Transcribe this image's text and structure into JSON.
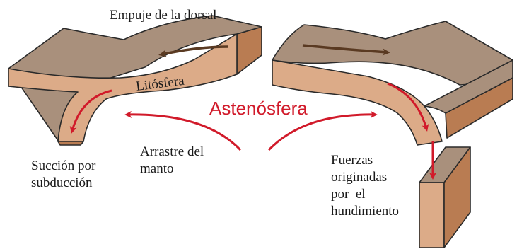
{
  "labels": {
    "ridge_push": "Empuje de la dorsal",
    "lithosphere": "Litósfera",
    "asthenosphere": "Astenósfera",
    "mantle_drag": [
      "Arrastre del",
      "manto"
    ],
    "slab_suction": [
      "Succión por",
      "subducción"
    ],
    "sinking_forces": [
      "Fuerzas",
      "originadas",
      "por  el",
      "hundimiento"
    ]
  },
  "colors": {
    "slab_top": "#a9907c",
    "slab_face": "#dcab88",
    "slab_side": "#b97c52",
    "outline": "#2a2a2a",
    "surface_arrow": "#5a3a22",
    "force_arrow": "#d11a2a",
    "asthenosphere_text": "#d11a2a"
  }
}
